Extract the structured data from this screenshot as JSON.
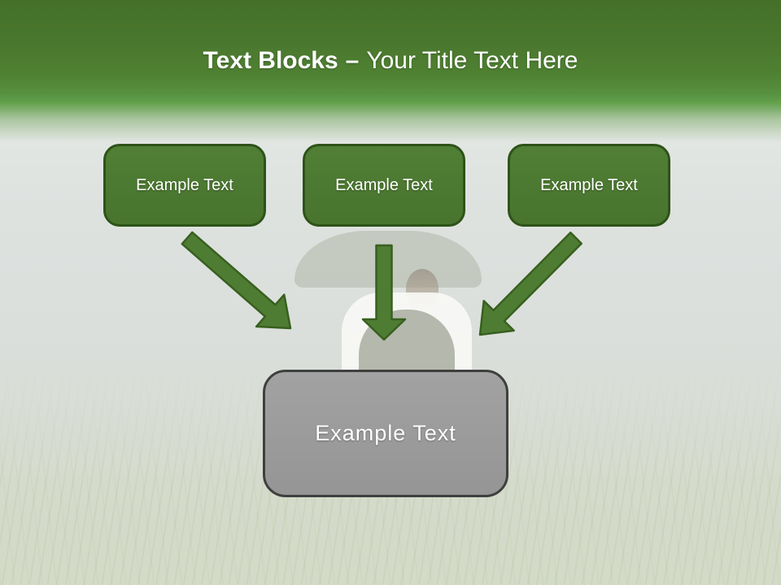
{
  "title": {
    "bold": "Text Blocks",
    "separator": "–",
    "regular": "Your Title Text Here"
  },
  "blocks": [
    {
      "label": "Example Text"
    },
    {
      "label": "Example Text"
    },
    {
      "label": "Example Text"
    }
  ],
  "result_block": {
    "label": "Example Text"
  },
  "background": {
    "description": "faded photo of a man holding an umbrella standing in a grassy field"
  },
  "colors": {
    "header_green_top": "#44702a",
    "header_green_bottom": "#62a04a",
    "block_fill": "#4c7a32",
    "block_border": "#2e5319",
    "arrow_fill": "#4e7c33",
    "arrow_border": "#38601f",
    "result_fill": "#9b9b9b",
    "result_border": "#3f3f3f",
    "title_text": "#ffffff",
    "block_text": "#ffffff"
  }
}
